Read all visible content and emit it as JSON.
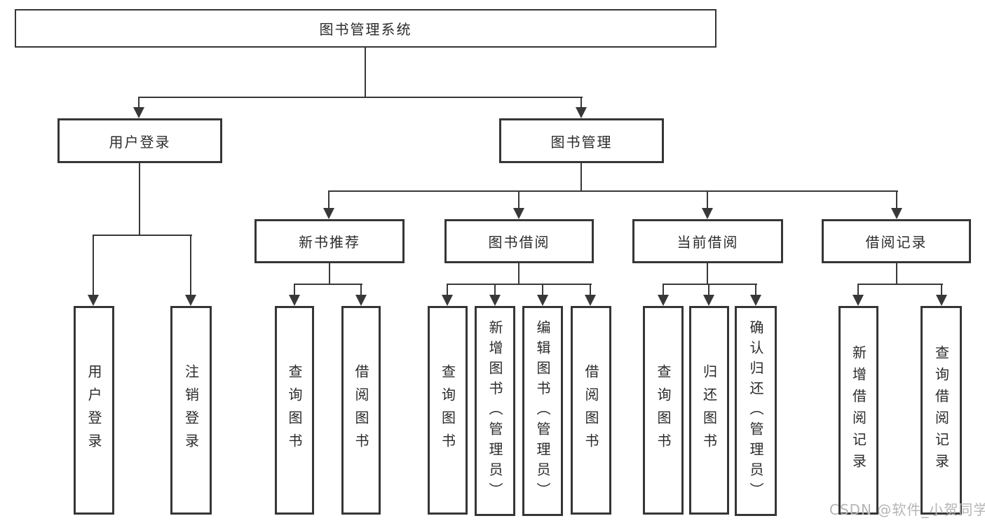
{
  "root": {
    "label": "图书管理系统"
  },
  "level2": {
    "user_login": "用户登录",
    "book_mgmt": "图书管理"
  },
  "level3": {
    "new_book": "新书推荐",
    "book_borrow": "图书借阅",
    "current_borrow": "当前借阅",
    "borrow_record": "借阅记录"
  },
  "leaves": {
    "user_login": [
      "用户登录",
      "注销登录"
    ],
    "new_book": [
      "查询图书",
      "借阅图书"
    ],
    "book_borrow": [
      "查询图书",
      "新增图书（管理员）",
      "编辑图书（管理员）",
      "借阅图书"
    ],
    "current_borrow": [
      "查询图书",
      "归还图书",
      "确认归还（管理员）"
    ],
    "borrow_record": [
      "新增借阅记录",
      "查询借阅记录"
    ]
  },
  "watermark": "CSDN @软件_小贺同学",
  "colors": {
    "line": "#383838",
    "box_border": "#363636",
    "text": "#2b2b2b",
    "watermark": "#b5b5b5",
    "background": "#ffffff"
  }
}
